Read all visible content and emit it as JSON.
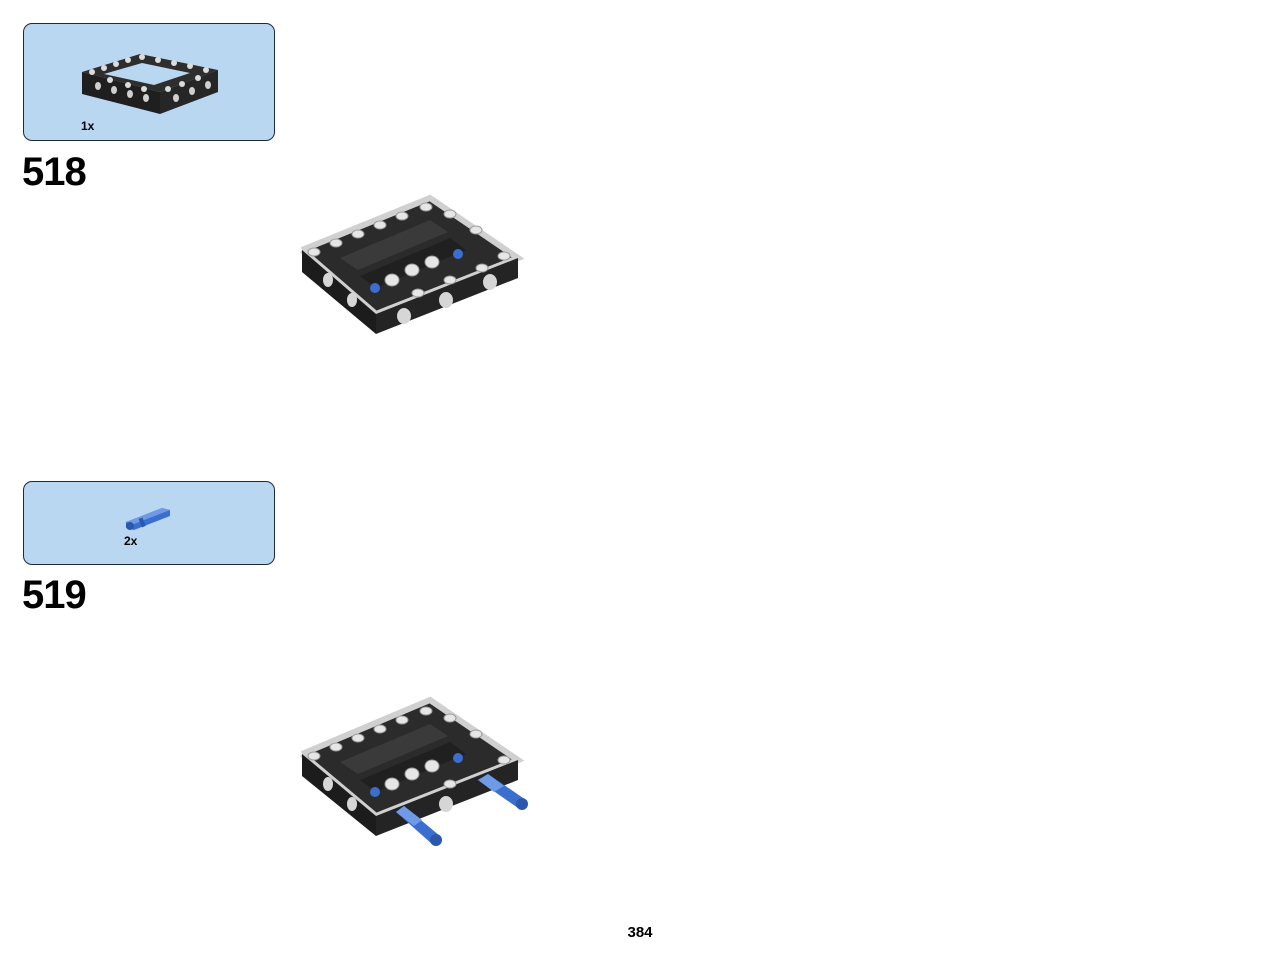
{
  "steps": [
    {
      "number": "518",
      "parts": [
        {
          "quantity": "1x",
          "part_icon": "frame-5x7-icon",
          "color": "#2a2a2a"
        }
      ],
      "model_icon": "frame-assembly-icon"
    },
    {
      "number": "519",
      "parts": [
        {
          "quantity": "2x",
          "part_icon": "axle-pin-icon",
          "color": "#3a6fd0"
        }
      ],
      "model_icon": "frame-with-pins-icon"
    }
  ],
  "page": {
    "number": "384"
  },
  "colors": {
    "callout_background": "#b9d7f1",
    "frame_dark": "#2a2a2a",
    "frame_light": "#d9d9d9",
    "pin_blue": "#3a6fd0"
  }
}
